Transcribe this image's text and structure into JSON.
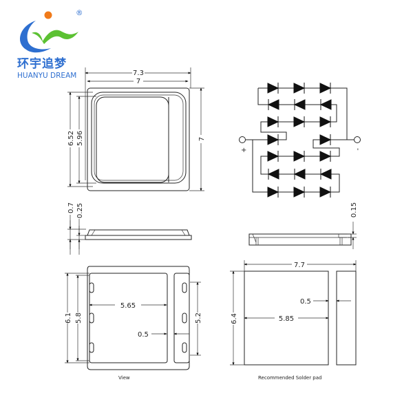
{
  "logo": {
    "name_cn": "环宇追梦",
    "name_en": "HUANYU DREAM",
    "registered": "®",
    "colors": {
      "blue": "#2e6fd0",
      "green": "#5cc133",
      "orange": "#f07a1a"
    }
  },
  "top_view": {
    "dims": {
      "width_outer": "7.3",
      "width_inner": "7",
      "height_outer": "6.52",
      "height_inner": "5.96",
      "height_right": "7"
    }
  },
  "circuit": {
    "plus_label": "+",
    "minus_label": "-"
  },
  "side_view_left": {
    "dims": {
      "total": "0.7",
      "base": "0.25"
    }
  },
  "side_view_right": {
    "dims": {
      "step": "0.15"
    }
  },
  "bottom_view": {
    "caption": "View",
    "dims": {
      "height_outer": "6.1",
      "height_inner": "5.8",
      "pad_width": "5.65",
      "right_pad_height": "5.2",
      "gap": "0.5"
    }
  },
  "solder_pad": {
    "caption": "Recommended Solder pad",
    "dims": {
      "total_width": "7.7",
      "height": "6.4",
      "gap": "0.5",
      "pad_width": "5.85"
    }
  }
}
